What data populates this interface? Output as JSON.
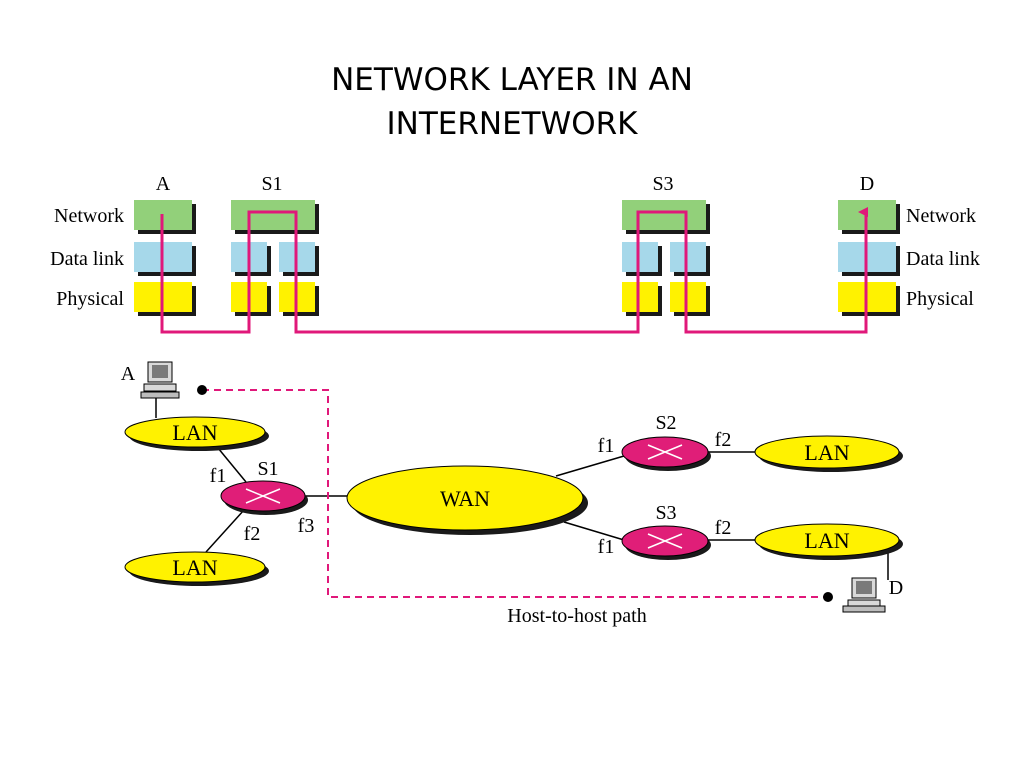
{
  "title": [
    "NETWORK LAYER IN AN",
    "INTERNETWORK"
  ],
  "colors": {
    "network": "#92d07a",
    "datalink": "#a6d8ea",
    "physical": "#fff200",
    "path": "#e0187a",
    "router": "#e01e78",
    "oval": "#fff200",
    "shadow": "#1a1a1a"
  },
  "stack": {
    "nodes": [
      "A",
      "S1",
      "S3",
      "D"
    ],
    "layers": [
      "Network",
      "Data link",
      "Physical"
    ]
  },
  "topology": {
    "host_a": "A",
    "host_d": "D",
    "wan": "WAN",
    "lan": "LAN",
    "s1": {
      "name": "S1",
      "ports": [
        "f1",
        "f2",
        "f3"
      ]
    },
    "s2": {
      "name": "S2",
      "ports": [
        "f1",
        "f2"
      ]
    },
    "s3": {
      "name": "S3",
      "ports": [
        "f1",
        "f2"
      ]
    },
    "path_label": "Host-to-host path"
  }
}
